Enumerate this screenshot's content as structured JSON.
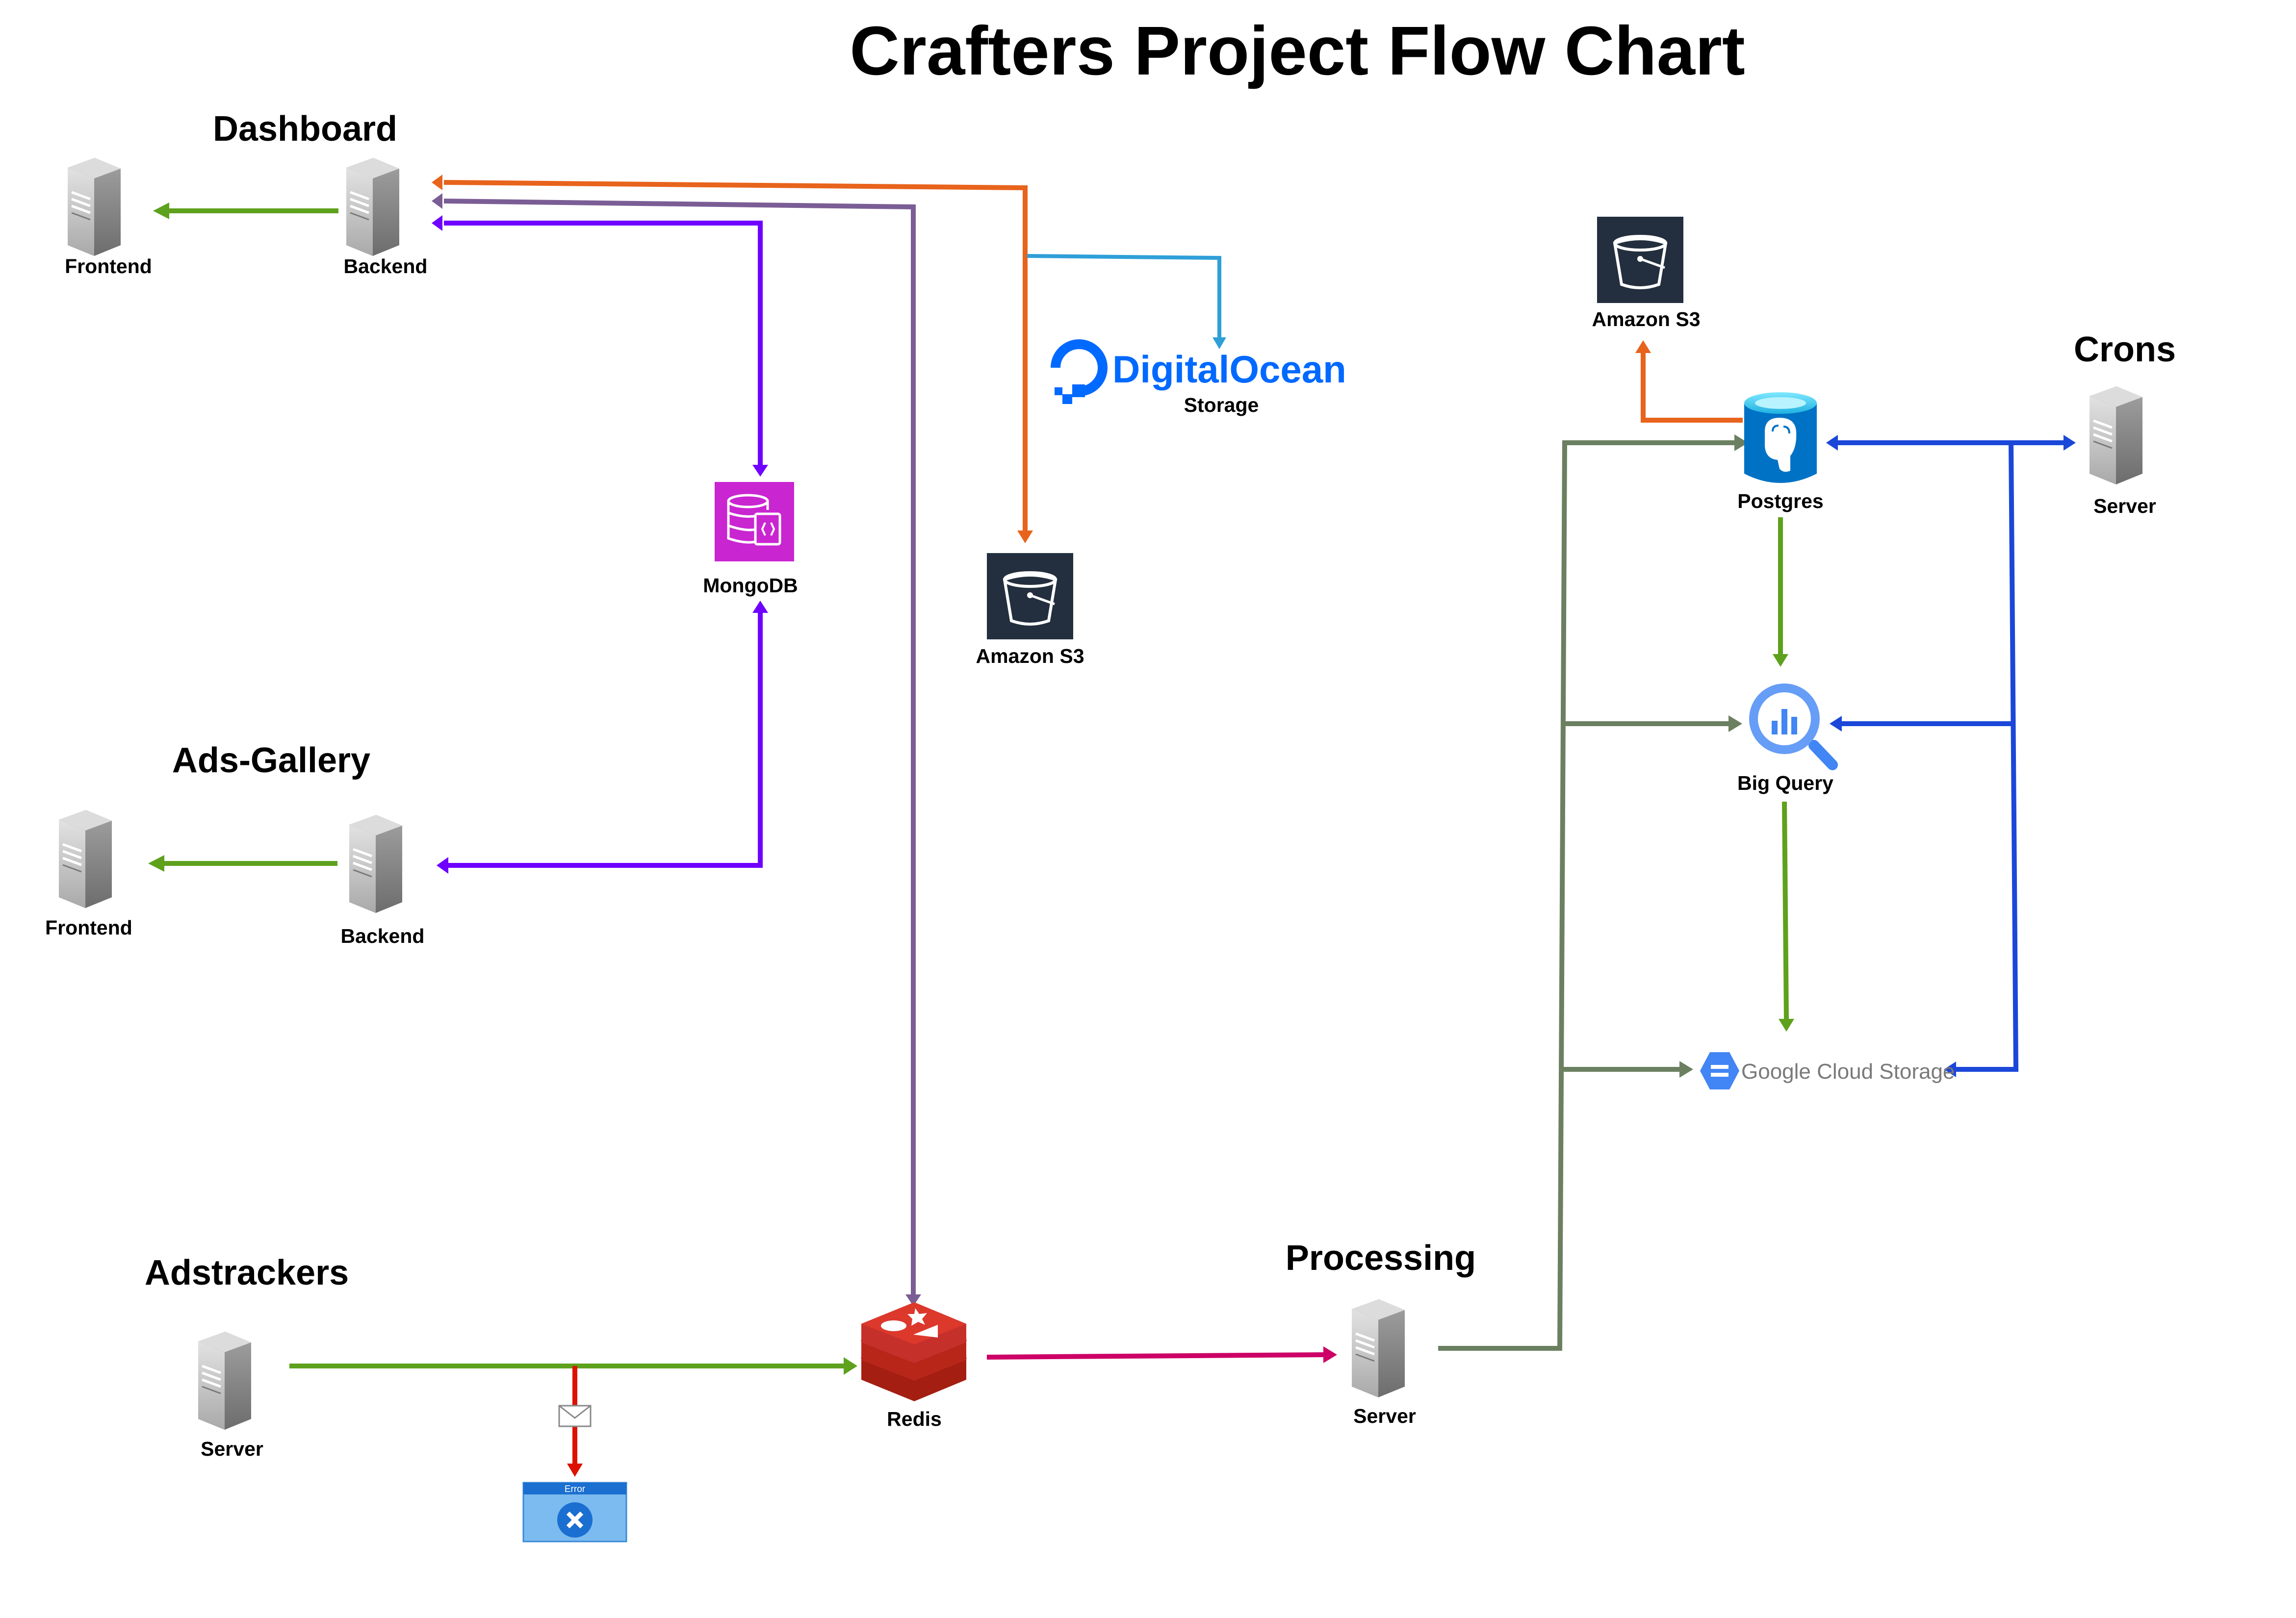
{
  "title": "Crafters Project Flow Chart",
  "sections": {
    "dashboard": "Dashboard",
    "ads_gallery": "Ads-Gallery",
    "adstrackers": "Adstrackers",
    "processing": "Processing",
    "crons": "Crons"
  },
  "nodes": {
    "dashboard_frontend": "Frontend",
    "dashboard_backend": "Backend",
    "ads_frontend": "Frontend",
    "ads_backend": "Backend",
    "mongodb": "MongoDB",
    "amazon_s3_dashboard": "Amazon S3",
    "digitalocean_logo": "DigitalOcean",
    "digitalocean_storage": "Storage",
    "redis": "Redis",
    "adstrackers_server": "Server",
    "processing_server": "Server",
    "amazon_s3_postgres": "Amazon S3",
    "postgres": "Postgres",
    "bigquery": "Big Query",
    "gcs": "Google Cloud Storage",
    "crons_server": "Server",
    "error": "Error"
  },
  "colors": {
    "green": "#5ea11d",
    "purple": "#6f00ff",
    "orange": "#e8631c",
    "gray_purple": "#7b5d95",
    "light_blue": "#2f9fd8",
    "magenta": "#cc0066",
    "slate_green": "#6b8060",
    "blue": "#1b47d9",
    "red": "#dd1100"
  },
  "icons": [
    "server-icon",
    "mongodb-icon",
    "amazon-s3-icon",
    "digitalocean-icon",
    "redis-icon",
    "postgres-icon",
    "bigquery-icon",
    "google-cloud-storage-icon",
    "envelope-icon",
    "error-icon"
  ]
}
